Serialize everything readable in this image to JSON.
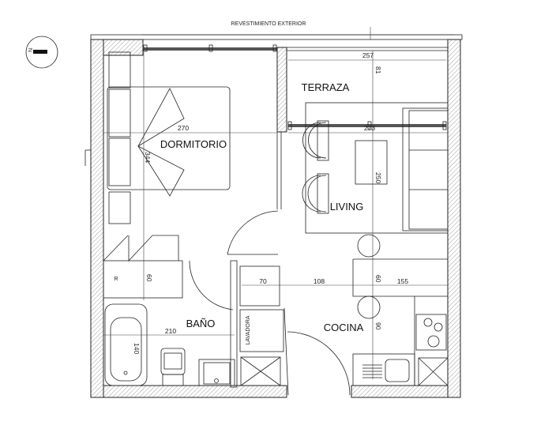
{
  "plan": {
    "exterior_label": "REVESTIMIENTO EXTERIOR",
    "compass_label": "N",
    "rooms": {
      "dormitorio": "DORMITORIO",
      "terraza": "TERRAZA",
      "living": "LIVING",
      "bano": "BAÑO",
      "cocina": "COCINA"
    },
    "fixtures": {
      "lavadora": "LAVADORA",
      "r": "R"
    },
    "dimensions": {
      "dorm_width": "270",
      "dorm_depth": "344",
      "living_width": "273",
      "living_depth": "250",
      "terraza_width": "257",
      "terraza_depth": "81",
      "closet_depth": "60",
      "lav_width": "70",
      "hall_width": "108",
      "kitchen_width": "155",
      "kitchen_bar": "60",
      "kitchen_depth": "90",
      "bath_width": "210",
      "bath_tub": "140"
    }
  }
}
